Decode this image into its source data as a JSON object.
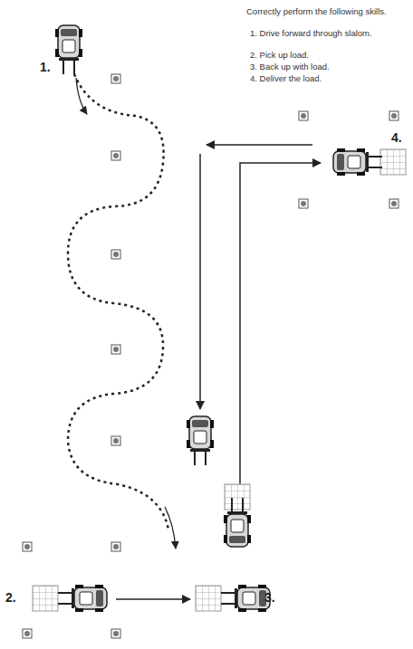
{
  "diagram": {
    "labels": [
      "Correctly perform the following skills.",
      "1. Drive forward through slalom.",
      "2. Pick up load.",
      "3. Back up with load.",
      "4. Deliver the load.",
      "1.",
      "2.",
      "3.",
      "4."
    ]
  }
}
